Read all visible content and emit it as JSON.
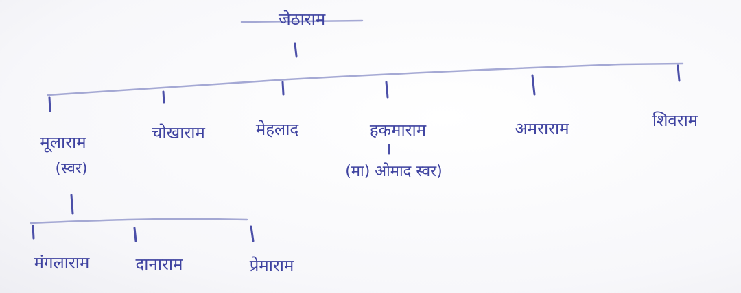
{
  "tree": {
    "root": "जेठाराम",
    "children": [
      {
        "label": "मूलाराम",
        "note": "(स्वर)"
      },
      {
        "label": "चोखाराम"
      },
      {
        "label": "मेहलाद"
      },
      {
        "label": "हकमाराम",
        "note": "(मा) ओमाद स्वर)"
      },
      {
        "label": "अमराराम"
      },
      {
        "label": "शिवराम"
      }
    ],
    "grandchildren": [
      {
        "label": "मंगलाराम"
      },
      {
        "label": "दानाराम"
      },
      {
        "label": "प्रेमाराम"
      }
    ]
  },
  "ink_color": "#3e42a0"
}
